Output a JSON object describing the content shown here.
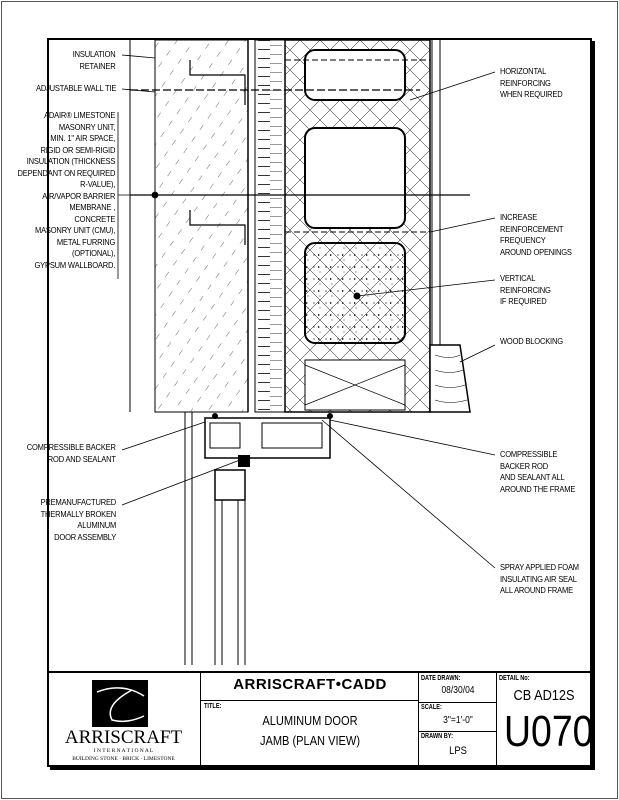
{
  "labels_left": {
    "insulation_retainer": "INSULATION\nRETAINER",
    "adjustable_wall_tie": "ADJUSTABLE WALL TIE",
    "wall_assembly": "ADAIR® LIMESTONE\nMASONRY UNIT,\nMIN. 1\" AIR SPACE,\nRIGID OR SEMI-RIGID\nINSULATION (THICKNESS\nDEPENDANT ON REQUIRED\nR-VALUE),\nAIR/VAPOR BARRIER\nMEMBRANE ,\nCONCRETE\nMASONRY UNIT (CMU),\nMETAL FURRING\n(OPTIONAL),\nGYPSUM WALLBOARD.",
    "backer_rod": "COMPRESSIBLE BACKER\nROD AND SEALANT",
    "door_assembly": "PREMANUFACTURED\nTHERMALLY BROKEN\nALUMINUM\nDOOR ASSEMBLY"
  },
  "labels_right": {
    "horizontal_reinforcing": "HORIZONTAL\nREINFORCING\nWHEN REQUIRED",
    "increase_reinforcement": "INCREASE\nREINFORCEMENT\nFREQUENCY\nAROUND OPENINGS",
    "vertical_reinforcing": "VERTICAL\nREINFORCING\nIF REQUIRED",
    "wood_blocking": "WOOD BLOCKING",
    "backer_rod_frame": "COMPRESSIBLE\nBACKER ROD\nAND SEALANT ALL\nAROUND THE FRAME",
    "spray_foam": "SPRAY APPLIED FOAM\nINSULATING AIR SEAL\nALL AROUND FRAME"
  },
  "title_block": {
    "logo_name": "ARRISCRAFT",
    "logo_sub": "I N T E R N A T I O N A L",
    "logo_tagline": "BUILDING STONE · BRICK · LIMESTONE",
    "brand": "ARRISCRAFT•CADD",
    "title_caption": "TITLE:",
    "title_line1": "ALUMINUM DOOR",
    "title_line2": "JAMB (PLAN VIEW)",
    "date_caption": "DATE DRAWN:",
    "date": "08/30/04",
    "scale_caption": "SCALE:",
    "scale": "3\"=1'-0\"",
    "drawn_caption": "DRAWN BY:",
    "drawn_by": "LPS",
    "detail_caption": "DETAIL No:",
    "detail_code": "CB AD12S",
    "detail_number": "U070"
  }
}
